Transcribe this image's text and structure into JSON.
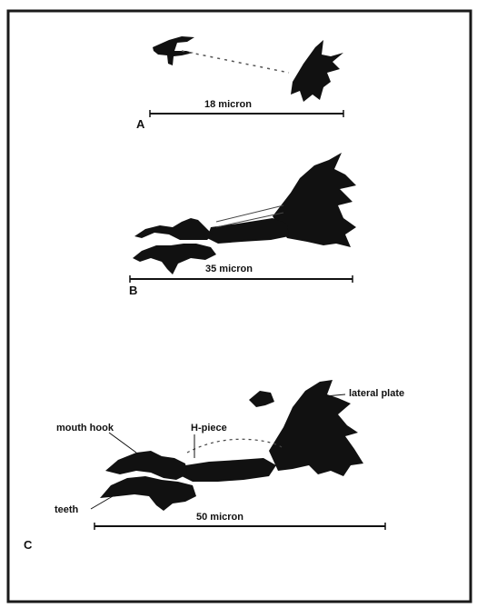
{
  "panels": [
    {
      "letter": "A",
      "scale_label": "18 micron"
    },
    {
      "letter": "B",
      "scale_label": "35 micron"
    },
    {
      "letter": "C",
      "scale_label": "50 micron"
    }
  ],
  "labels": {
    "lateral_plate": "lateral plate",
    "mouth_hook": "mouth hook",
    "h_piece": "H-piece",
    "teeth": "teeth"
  },
  "colors": {
    "ink": "#111111",
    "frame": "#1a1a1a",
    "background": "#ffffff"
  }
}
